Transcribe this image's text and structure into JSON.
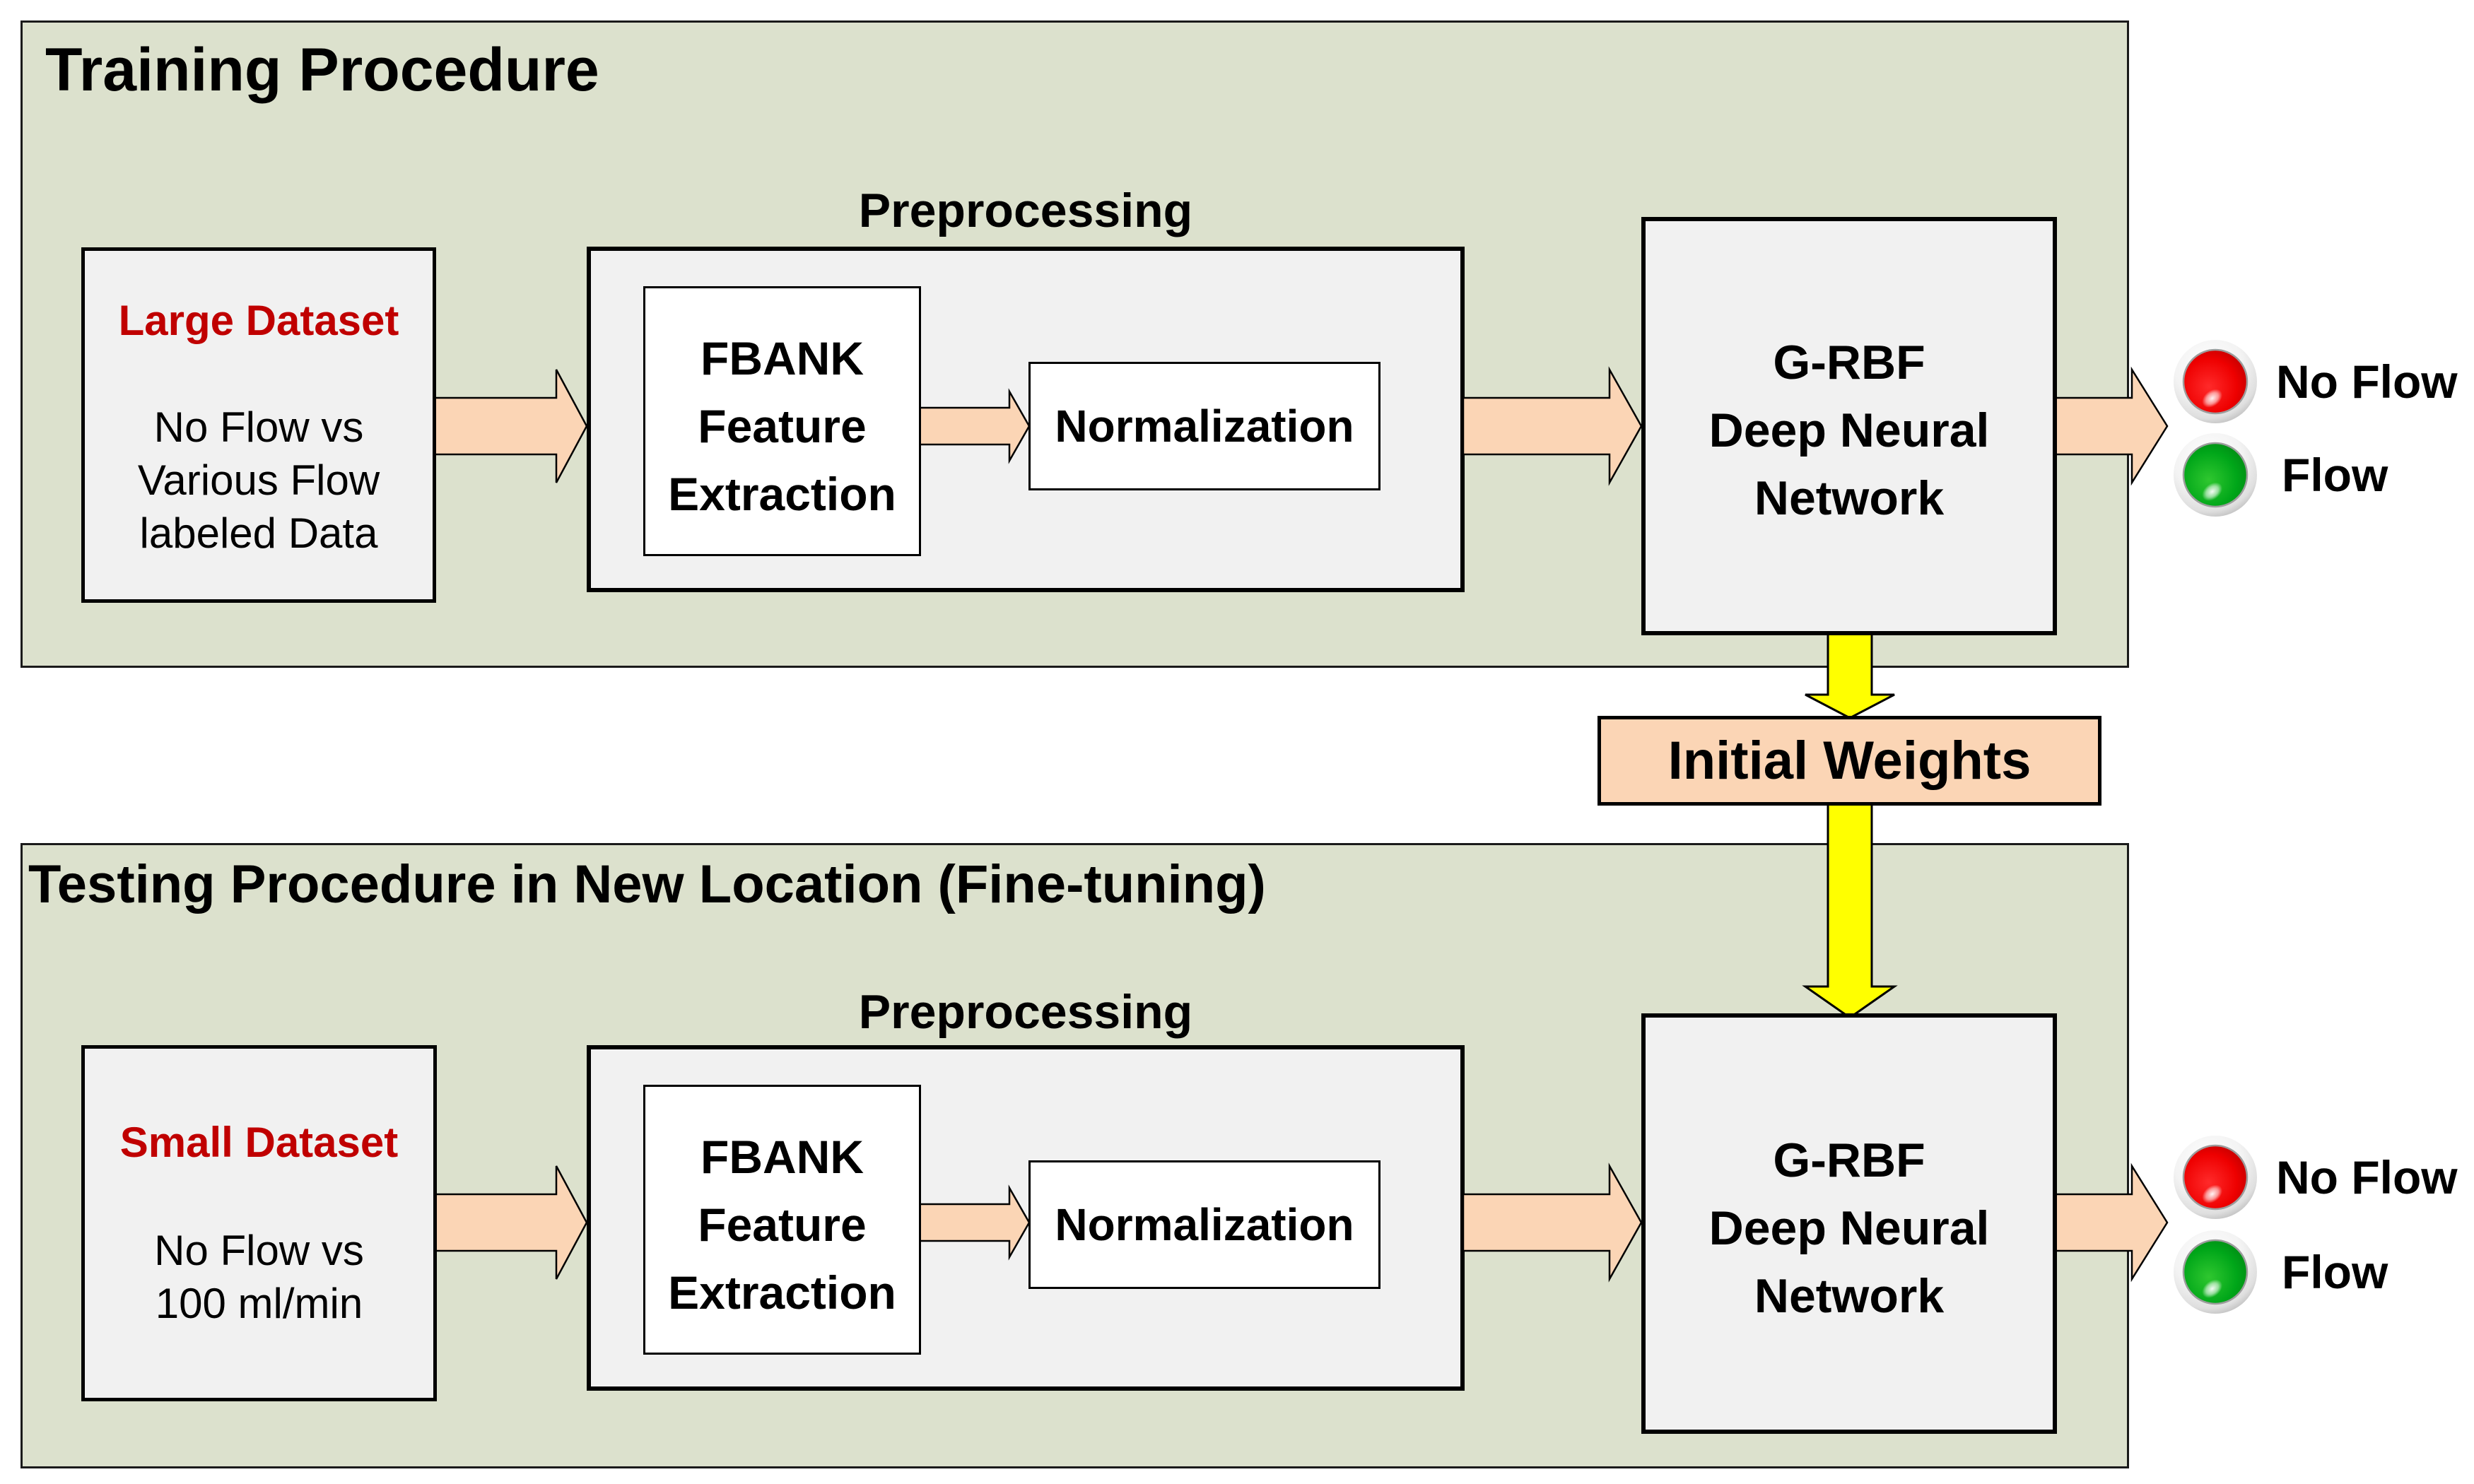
{
  "training_panel": {
    "title": "Training Procedure",
    "dataset": {
      "title": "Large Dataset",
      "lines": [
        "No Flow vs",
        "Various Flow",
        "labeled Data"
      ]
    },
    "preprocessing": {
      "title": "Preprocessing",
      "fbank_lines": [
        "FBANK",
        "Feature",
        "Extraction"
      ],
      "normalization": "Normalization"
    },
    "network_lines": [
      "G-RBF",
      "Deep Neural",
      "Network"
    ],
    "outputs": {
      "no_flow": "No Flow",
      "flow": "Flow"
    }
  },
  "transfer": {
    "label": "Initial Weights"
  },
  "testing_panel": {
    "title": "Testing Procedure in New Location (Fine-tuning)",
    "dataset": {
      "title": "Small Dataset",
      "lines": [
        "No Flow vs",
        "100 ml/min"
      ]
    },
    "preprocessing": {
      "title": "Preprocessing",
      "fbank_lines": [
        "FBANK",
        "Feature",
        "Extraction"
      ],
      "normalization": "Normalization"
    },
    "network_lines": [
      "G-RBF",
      "Deep Neural",
      "Network"
    ],
    "outputs": {
      "no_flow": "No Flow",
      "flow": "Flow"
    }
  },
  "colors": {
    "panel_bg": "#dce1cd",
    "panel_border": "#1a1a1a",
    "box_bg": "#f1f1f1",
    "white_box_bg": "#ffffff",
    "flow_arrow_fill": "#fbd5b5",
    "transfer_arrow_fill": "#ffff00",
    "initial_weights_bg": "#fbd5b5",
    "dataset_title_red": "#c00000",
    "led_red": "#ee0000",
    "led_green": "#00a619"
  }
}
